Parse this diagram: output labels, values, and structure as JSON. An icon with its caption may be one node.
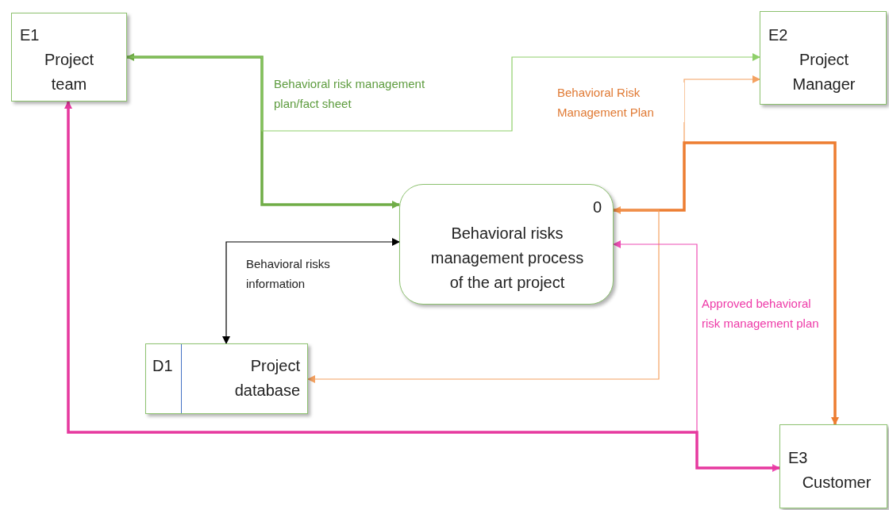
{
  "diagram": {
    "nodes": [
      {
        "text": [
          "E1",
          "Project team"
        ]
      },
      {
        "text": [
          "E2",
          "Project Manager"
        ]
      },
      {
        "text": [
          "0",
          "Behavioral risks management process of the art project"
        ]
      },
      {
        "text": [
          "D1",
          "Project database"
        ]
      },
      {
        "text": [
          "E3",
          "Customer"
        ]
      }
    ],
    "edges": [
      {
        "from": 0,
        "to": 2,
        "arrow": "both",
        "style": "thick",
        "color": "#70ad47",
        "label": "Behavioral risk management plan/fact sheet"
      },
      {
        "from": 0,
        "to": 1,
        "arrow": "to",
        "color": "#8fd06a"
      },
      {
        "from": 2,
        "to": 1,
        "arrow": "both",
        "color": "#f4a262",
        "label": "Behavioral Risk Management Plan"
      },
      {
        "from": 2,
        "to": 4,
        "arrow": "to",
        "style": "thick",
        "color": "#ed7d31"
      },
      {
        "from": 2,
        "to": 3,
        "arrow": "to",
        "color": "#f4a262"
      },
      {
        "from": 3,
        "to": 2,
        "arrow": "both",
        "color": "#000000",
        "label": "Behavioral risks information"
      },
      {
        "from": 4,
        "to": 2,
        "arrow": "both",
        "color": "#ee4fb4",
        "label": "Approved behavioral risk management plan"
      },
      {
        "from": 4,
        "to": 0,
        "arrow": "to",
        "style": "thick",
        "color": "#e6399f"
      }
    ]
  }
}
